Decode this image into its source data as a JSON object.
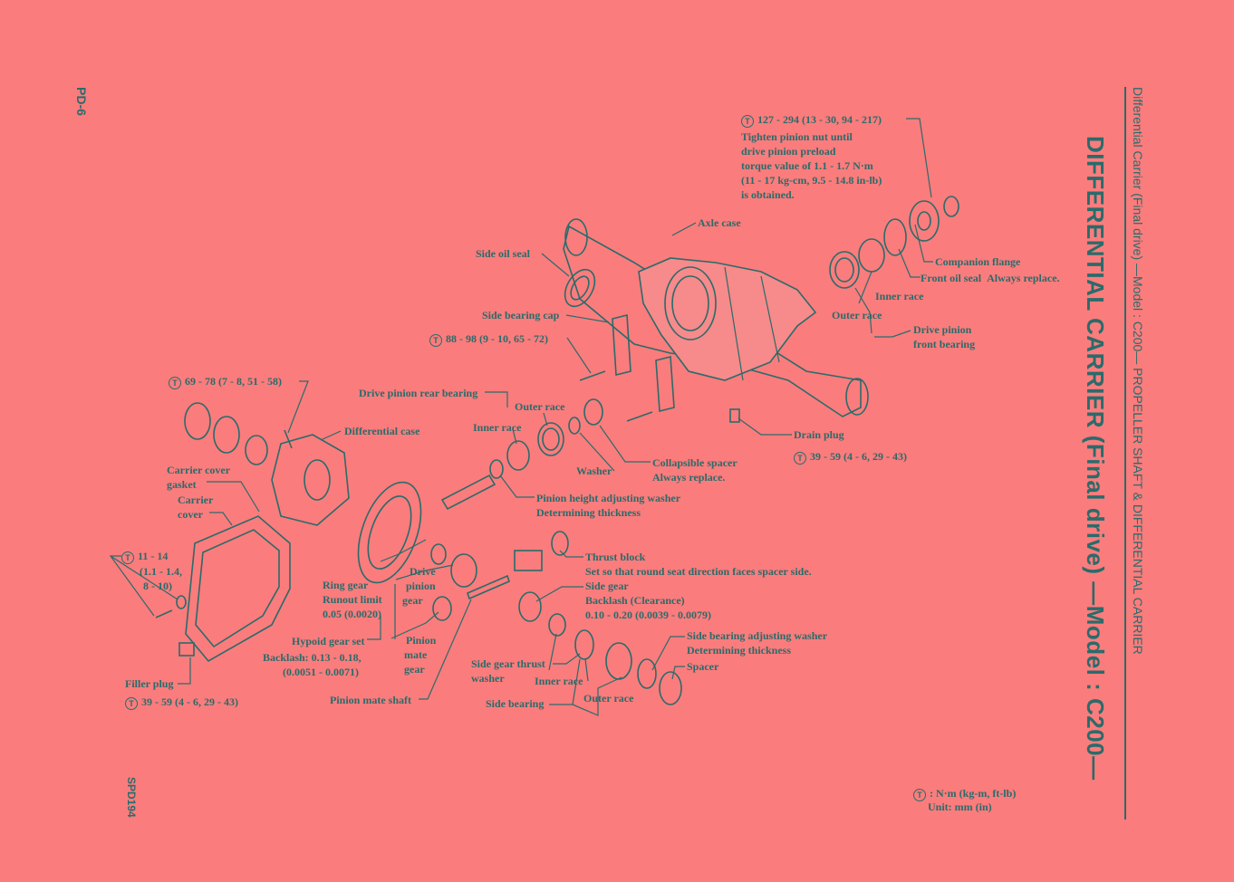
{
  "page": {
    "page_number": "PD-6",
    "figure_code": "SPD194",
    "running_header": "Differential Carrier (Final drive) —Model : C200— PROPELLER SHAFT & DIFFERENTIAL CARRIER",
    "title": "DIFFERENTIAL CARRIER (Final drive) —Model : C200—"
  },
  "icons": {
    "torque_symbol": "circled-T",
    "torque_glyph": "T"
  },
  "legend": {
    "torque_unit": ": N·m (kg-m, ft-lb)",
    "unit": "Unit:  mm (in)"
  },
  "labels": {
    "pinion_nut_torque": "127 - 294 (13 - 30, 94 - 217)",
    "pinion_nut_note_1": "Tighten pinion nut until",
    "pinion_nut_note_2": "drive pinion preload",
    "pinion_nut_note_3": "torque value of 1.1 - 1.7 N·m",
    "pinion_nut_note_4": "(11 - 17 kg-cm, 9.5 - 14.8 in-lb)",
    "pinion_nut_note_5": "is obtained.",
    "axle_case": "Axle case",
    "side_oil_seal": "Side oil seal",
    "companion_flange": "Companion flange",
    "front_oil_seal": "Front oil seal",
    "front_oil_seal_note": "Always replace.",
    "inner_race_front": "Inner race",
    "outer_race_front": "Outer race",
    "drive_pinion_front_bearing_1": "Drive pinion",
    "drive_pinion_front_bearing_2": "front bearing",
    "side_bearing_cap": "Side bearing cap",
    "bearing_cap_torque": "88 - 98 (9 - 10, 65 - 72)",
    "drive_pinion_rear_bearing": "Drive pinion rear bearing",
    "outer_race_rear": "Outer race",
    "inner_race_rear": "Inner race",
    "drain_plug": "Drain plug",
    "drain_plug_torque": "39 - 59 (4 - 6, 29 - 43)",
    "case_bolt_torque": "69 - 78 (7 - 8, 51 - 58)",
    "differential_case": "Differential case",
    "collapsible_spacer": "Collapsible spacer",
    "collapsible_spacer_note": "Always replace.",
    "washer": "Washer",
    "carrier_cover_gasket_1": "Carrier cover",
    "carrier_cover_gasket_2": "gasket",
    "carrier_cover_1": "Carrier",
    "carrier_cover_2": "cover",
    "pinion_height_washer": "Pinion height adjusting washer",
    "pinion_height_washer_note": "Determining thickness",
    "cover_bolt_torque_1": "11 - 14",
    "cover_bolt_torque_2": "(1.1 - 1.4,",
    "cover_bolt_torque_3": "8 - 10)",
    "thrust_block": "Thrust block",
    "thrust_block_note": "Set so that round seat direction faces spacer side.",
    "ring_gear": "Ring gear",
    "runout_limit": "Runout limit",
    "runout_value": "0.05 (0.0020)",
    "drive_pinion_gear_1": "Drive",
    "drive_pinion_gear_2": "pinion",
    "drive_pinion_gear_3": "gear",
    "side_gear": "Side gear",
    "side_gear_backlash": "Backlash (Clearance)",
    "side_gear_backlash_value": "0.10 - 0.20 (0.0039 - 0.0079)",
    "hypoid_gear_set": "Hypoid gear set",
    "hypoid_backlash_1": "Backlash:  0.13 - 0.18,",
    "hypoid_backlash_2": "(0.0051 - 0.0071)",
    "pinion_mate_gear_1": "Pinion",
    "pinion_mate_gear_2": "mate",
    "pinion_mate_gear_3": "gear",
    "side_bearing_washer": "Side bearing adjusting washer",
    "side_bearing_washer_note": "Determining thickness",
    "spacer": "Spacer",
    "side_gear_thrust_washer_1": "Side gear thrust",
    "side_gear_thrust_washer_2": "washer",
    "inner_race_side": "Inner race",
    "outer_race_side": "Outer race",
    "filler_plug": "Filler plug",
    "filler_plug_torque": "39 - 59 (4 - 6, 29 - 43)",
    "side_bearing": "Side bearing",
    "pinion_mate_shaft": "Pinion mate shaft"
  }
}
